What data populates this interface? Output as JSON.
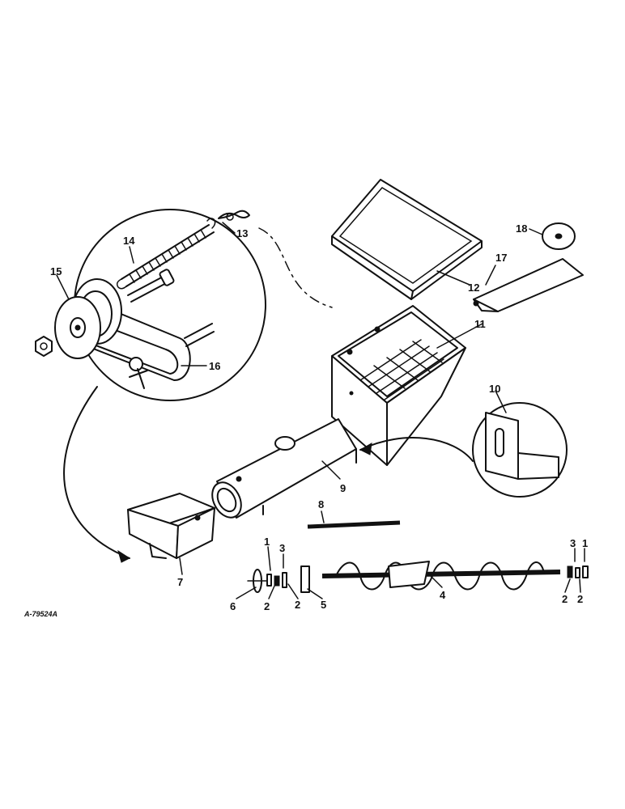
{
  "drawing_ref": "A-79524A",
  "callouts": {
    "c1a": "1",
    "c1b": "1",
    "c2a": "2",
    "c2b": "2",
    "c2c": "2",
    "c2d": "2",
    "c3a": "3",
    "c3b": "3",
    "c4": "4",
    "c5": "5",
    "c6": "6",
    "c7": "7",
    "c8": "8",
    "c9": "9",
    "c10": "10",
    "c11": "11",
    "c12": "12",
    "c13": "13",
    "c14": "14",
    "c15": "15",
    "c16": "16",
    "c17": "17",
    "c18": "18"
  }
}
